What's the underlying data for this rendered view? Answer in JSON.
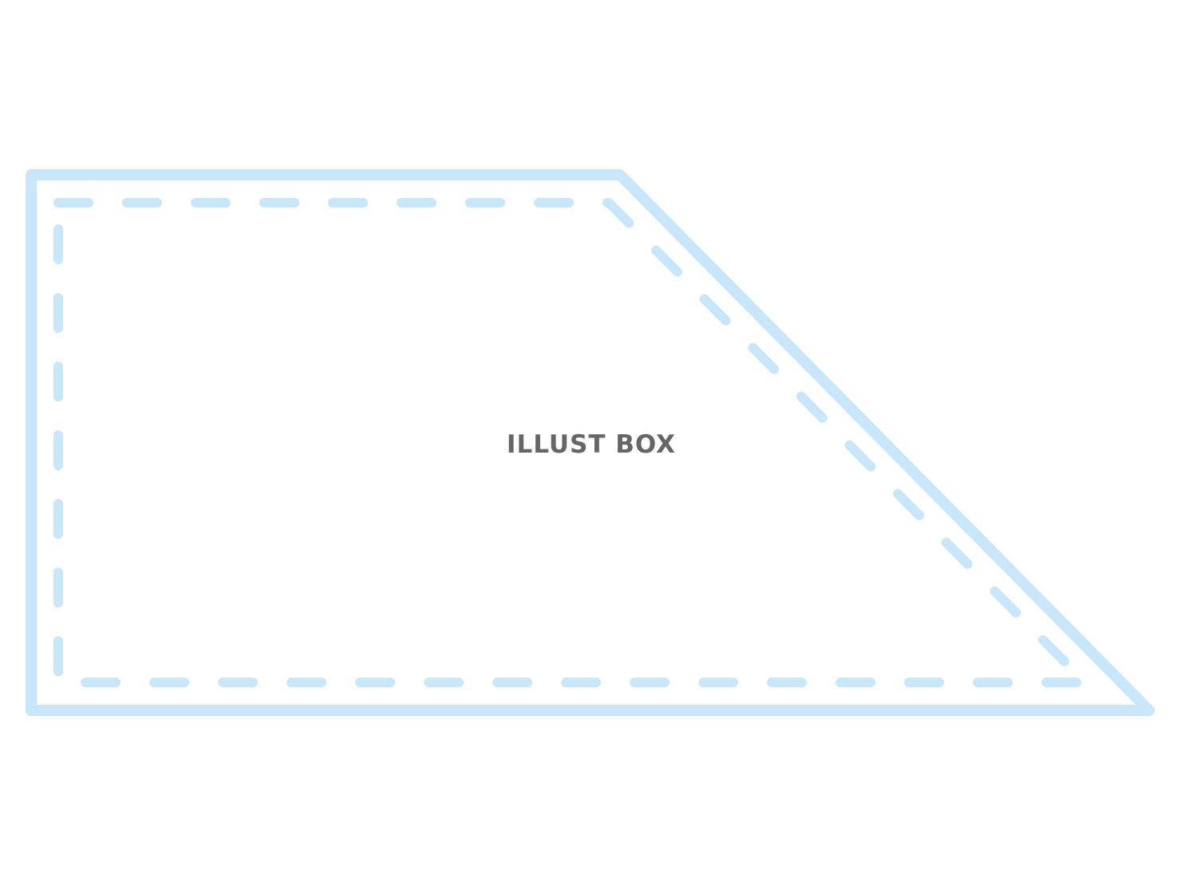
{
  "colors": {
    "background": "#ffffff",
    "frame_stroke": "#c9e7fb",
    "watermark_text": "#666666"
  },
  "illustration": {
    "shape": "trapezoid-frame",
    "outer_border_style": "solid",
    "inner_border_style": "dashed",
    "watermark": "ILLUST BOX"
  }
}
